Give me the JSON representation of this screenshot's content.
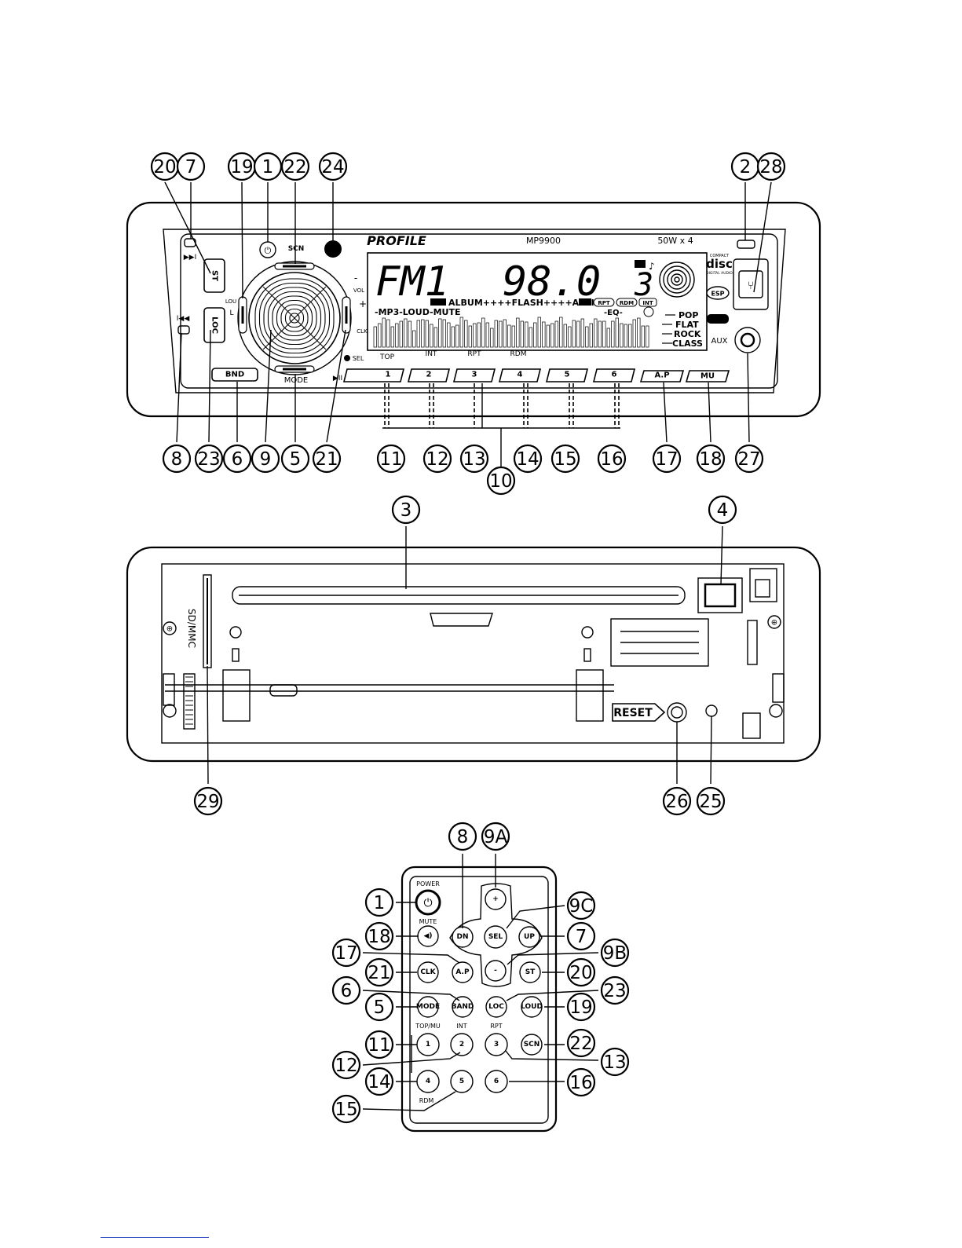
{
  "unit": {
    "brand": "PROFILE",
    "model": "MP9900",
    "power_rating": "50W x 4",
    "display": {
      "band": "FM1",
      "frequency": "98.0",
      "preset": "3",
      "row1": "ALBUM++++FLASH++++ARTIST",
      "row2": "-MP3-LOUD-MUTE",
      "eq": "-EQ-",
      "badges": [
        "RPT",
        "RDM",
        "INT"
      ],
      "eq_modes": [
        "POP",
        "FLAT",
        "ROCK",
        "CLASS"
      ]
    },
    "buttons": {
      "st": "ST",
      "loc": "LOC",
      "bnd": "BND",
      "scn": "SCN",
      "mode": "MODE",
      "ap": "A.P",
      "mu": "MU",
      "presets": [
        "1",
        "2",
        "3",
        "4",
        "5",
        "6"
      ]
    },
    "labels": {
      "lou": "LOU",
      "vol": "VOL",
      "clk": "CLK",
      "sel": "SEL",
      "aux": "AUX",
      "esp": "ESP",
      "play_pause": "▶II",
      "top": "TOP",
      "int": "INT",
      "rpt": "RPT",
      "rdm": "RDM",
      "minus": "-",
      "plus": "+",
      "l": "L",
      "next_track": "▶▶I",
      "prev_track": "I◀◀",
      "disc_logo_top": "COMPACT",
      "disc_logo_main": "disc",
      "disc_logo_bottom": "DIGITAL AUDIO"
    }
  },
  "chassis": {
    "slot_label": "SD/MMC",
    "reset_label": "RESET"
  },
  "remote": {
    "power": "POWER",
    "mute": "MUTE",
    "plus": "+",
    "minus": "-",
    "dn": "DN",
    "sel": "SEL",
    "up": "UP",
    "clk": "CLK",
    "ap": "A.P",
    "st": "ST",
    "mode": "MODE",
    "band": "BAND",
    "loc": "LOC",
    "loud": "LOUD",
    "scn": "SCN",
    "top_mu": "TOP/MU",
    "int": "INT",
    "rpt": "RPT",
    "rdm": "RDM",
    "keys": [
      "1",
      "2",
      "3",
      "4",
      "5",
      "6"
    ]
  },
  "callouts": {
    "top": [
      "20",
      "7",
      "19",
      "1",
      "22",
      "24",
      "2",
      "28"
    ],
    "bottom": [
      "8",
      "23",
      "6",
      "9",
      "5",
      "21",
      "11",
      "12",
      "13",
      "14",
      "15",
      "16",
      "17",
      "18",
      "27",
      "10"
    ],
    "chassis": [
      "3",
      "4",
      "29",
      "26",
      "25"
    ],
    "remote": [
      "8",
      "9A",
      "1",
      "9C",
      "18",
      "7",
      "17",
      "9B",
      "21",
      "20",
      "6",
      "23",
      "5",
      "19",
      "11",
      "22",
      "12",
      "13",
      "14",
      "16",
      "15"
    ]
  }
}
